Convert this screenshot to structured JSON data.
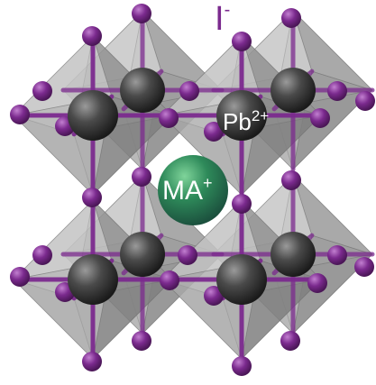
{
  "labels": {
    "iodide": {
      "base": "I",
      "charge": "-"
    },
    "lead": {
      "base": "Pb",
      "charge": "2+"
    },
    "cation": {
      "base": "MA",
      "charge": "+"
    }
  },
  "colors": {
    "iodide": "#7b2a8e",
    "lead": "#3a3a3a",
    "cation": "#2e8a5a",
    "octahedron": "#9a9a9a",
    "label_dark": "#7b2a8e",
    "label_light": "#ffffff"
  }
}
